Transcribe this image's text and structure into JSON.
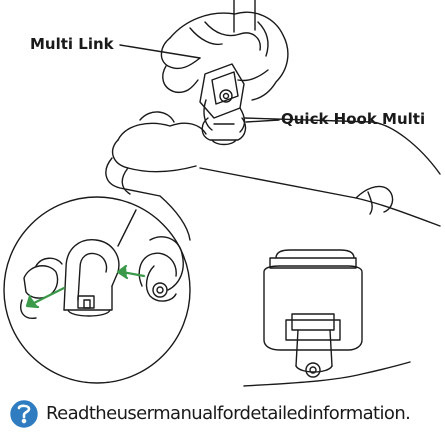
{
  "callouts": {
    "multi_link": "Multi Link",
    "quick_hook_multi": "Quick Hook Multi"
  },
  "footer": {
    "icon": "manual-info-icon",
    "note": "Readtheusermanualfordetailedinformation."
  },
  "colors": {
    "line": "#1a1a1a",
    "arrow_green": "#3a9a4a",
    "icon_blue": "#2f7dc0"
  }
}
